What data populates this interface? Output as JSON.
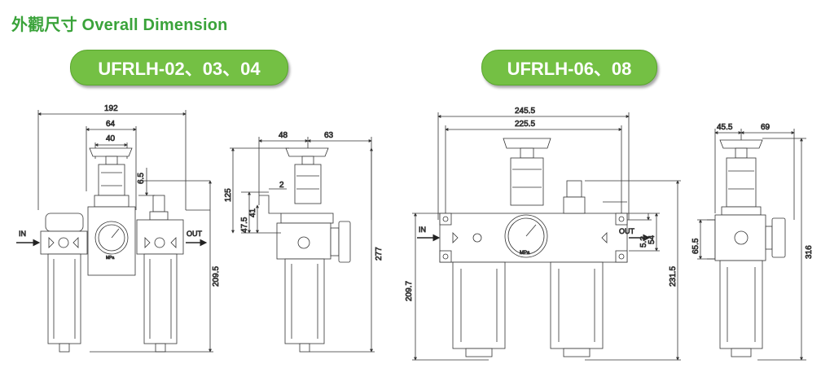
{
  "heading": "外觀尺寸 Overall Dimension",
  "models": [
    "UFRLH-02、03、04",
    "UFRLH-06、08"
  ],
  "labels": {
    "in": "IN",
    "out": "OUT",
    "unit": "MPa"
  },
  "dims_small": {
    "w192": "192",
    "w64": "64",
    "w40": "40",
    "w48": "48",
    "w63": "63",
    "h6_5": "6.5",
    "h2": "2",
    "h125": "125",
    "h41": "41",
    "h47_5": "47.5",
    "h209_5": "209.5",
    "h277": "277"
  },
  "dims_large": {
    "w245_5": "245.5",
    "w225_5": "225.5",
    "w45_5": "45.5",
    "w69": "69",
    "h5_3": "5.3",
    "h54": "54",
    "h209_7": "209.7",
    "h231_5": "231.5",
    "h65_5": "65.5",
    "h316": "316"
  }
}
